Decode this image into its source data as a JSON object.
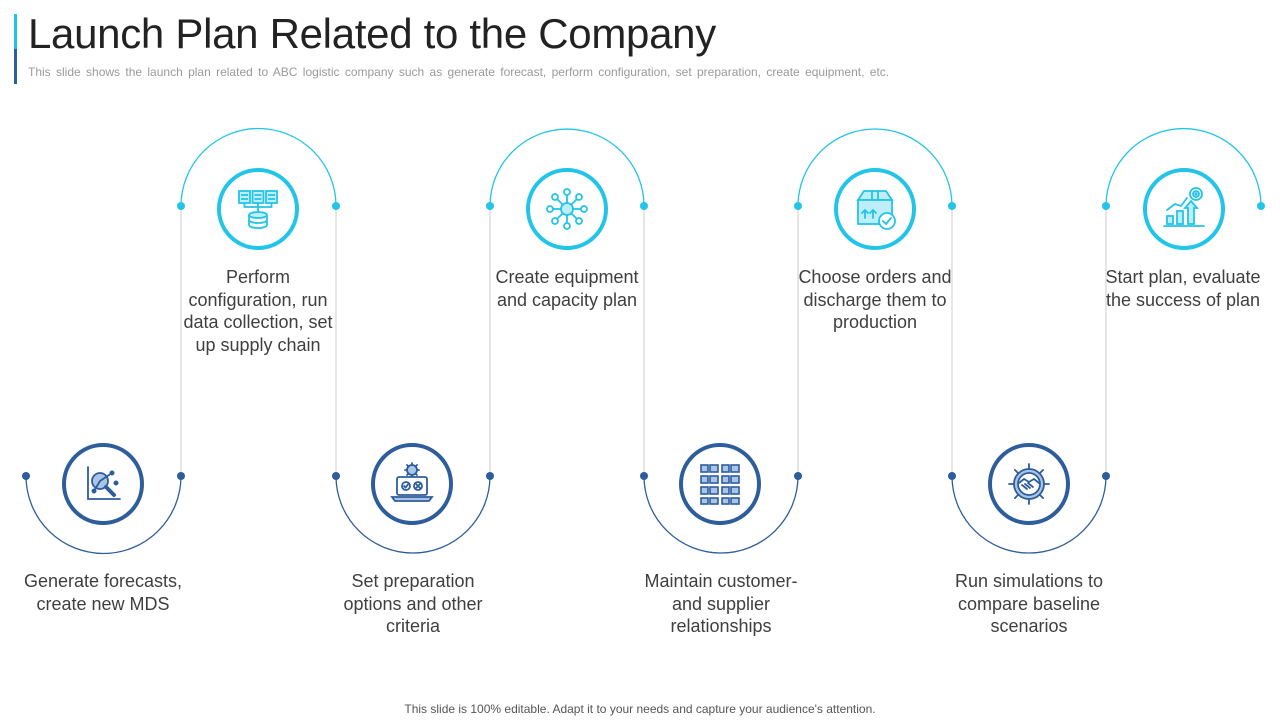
{
  "title": "Launch Plan Related to the Company",
  "subtitle": "This slide shows the launch plan related to ABC logistic company such as generate forecast, perform configuration, set preparation, create equipment, etc.",
  "footer": "This slide is 100% editable. Adapt it to your needs and capture your audience's attention.",
  "colors": {
    "top_accent": "#22c4e8",
    "bottom_accent": "#2e5d9c",
    "connector_line": "#d5d5d5"
  },
  "steps": [
    {
      "label": "Generate forecasts, create new MDS",
      "icon": "analytics-magnifier-icon",
      "row": "bottom"
    },
    {
      "label": "Perform configuration, run data collection, set up supply chain",
      "icon": "database-network-icon",
      "row": "top"
    },
    {
      "label": "Set preparation options and other criteria",
      "icon": "laptop-gear-icon",
      "row": "bottom"
    },
    {
      "label": "Create equipment and capacity plan",
      "icon": "network-hub-icon",
      "row": "top"
    },
    {
      "label": "Maintain customer- and supplier relationships",
      "icon": "grid-list-icon",
      "row": "bottom"
    },
    {
      "label": "Choose orders and discharge them to production",
      "icon": "package-check-icon",
      "row": "top"
    },
    {
      "label": "Run simulations to compare baseline scenarios",
      "icon": "gear-handshake-icon",
      "row": "bottom"
    },
    {
      "label": "Start plan, evaluate the success of plan",
      "icon": "growth-target-icon",
      "row": "top"
    }
  ]
}
